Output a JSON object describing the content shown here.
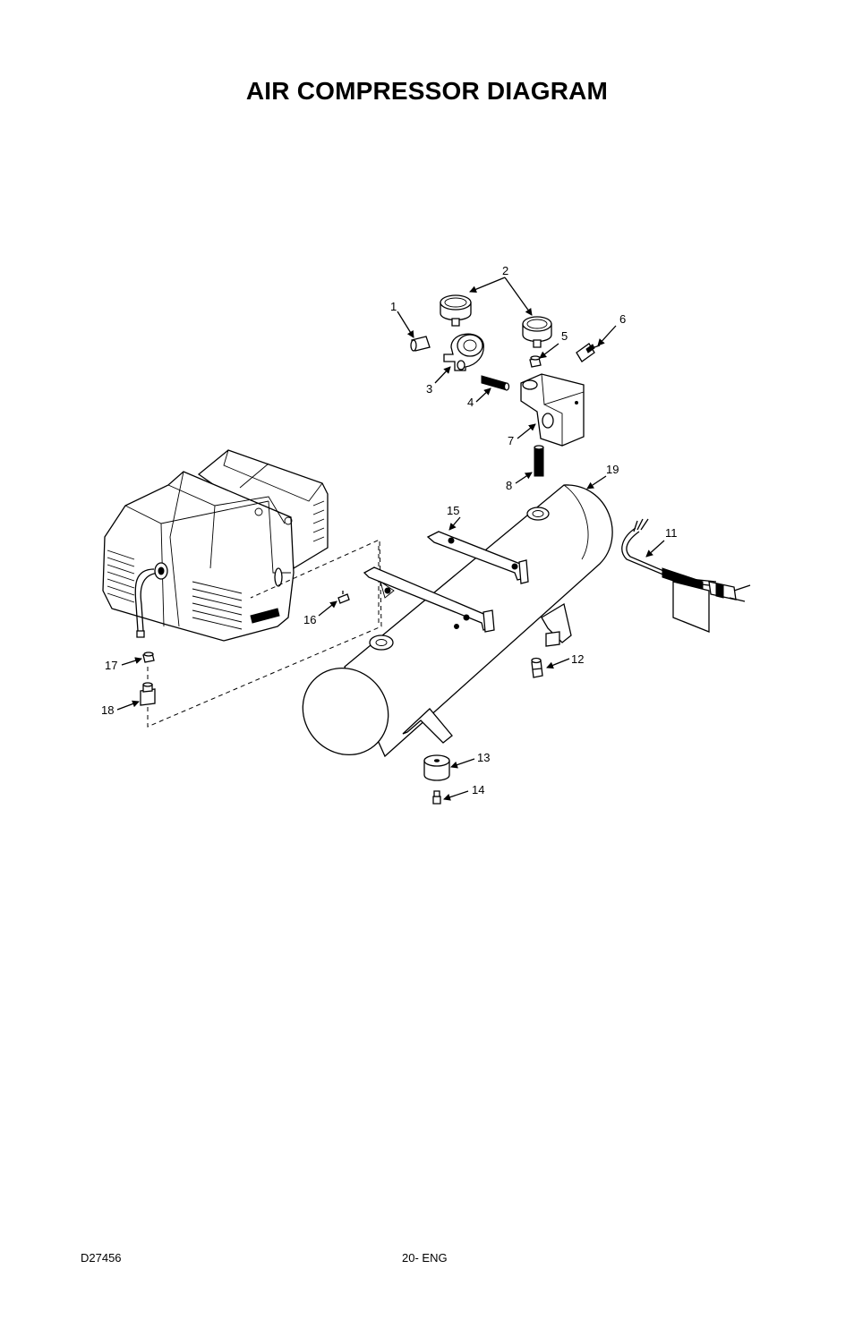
{
  "title": "AIR COMPRESSOR DIAGRAM",
  "callouts": {
    "c1": "1",
    "c2": "2",
    "c3": "3",
    "c4": "4",
    "c5": "5",
    "c6": "6",
    "c7": "7",
    "c8": "8",
    "c11": "11",
    "c12": "12",
    "c13": "13",
    "c14": "14",
    "c15": "15",
    "c16": "16",
    "c17": "17",
    "c18": "18",
    "c19": "19"
  },
  "footer": {
    "doc_number": "D27456",
    "page": "20- ENG"
  }
}
